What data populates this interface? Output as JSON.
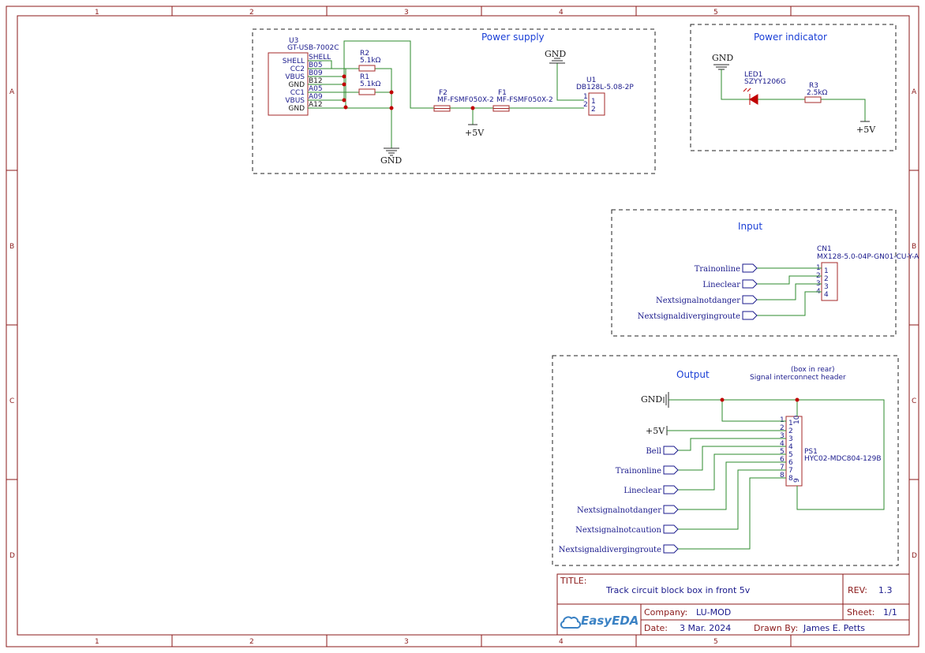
{
  "frame": {
    "columns": [
      "1",
      "2",
      "3",
      "4",
      "5"
    ],
    "rows": [
      "A",
      "B",
      "C",
      "D"
    ]
  },
  "blocks": {
    "power_supply": "Power supply",
    "power_indicator": "Power indicator",
    "input": "Input",
    "output": "Output"
  },
  "power_supply": {
    "u3_ref": "U3",
    "u3_part": "GT-USB-7002C",
    "u3_left_pins": [
      "SHELL",
      "CC2",
      "VBUS",
      "GND",
      "CC1",
      "VBUS",
      "GND"
    ],
    "u3_right_pins": [
      "SHELL",
      "B05",
      "B09",
      "B12",
      "A05",
      "A09",
      "A12"
    ],
    "r2_ref": "R2",
    "r2_val": "5.1kΩ",
    "r1_ref": "R1",
    "r1_val": "5.1kΩ",
    "f2_ref": "F2",
    "f2_part": "MF-FSMF050X-2",
    "f1_ref": "F1",
    "f1_part": "MF-FSMF050X-2",
    "u1_ref": "U1",
    "u1_part": "DB128L-5.08-2P",
    "u1_pins": [
      "1",
      "2"
    ],
    "gnd1": "GND",
    "gnd2": "GND",
    "v5": "+5V"
  },
  "power_indicator": {
    "gnd": "GND",
    "led_ref": "LED1",
    "led_part": "SZYY1206G",
    "r3_ref": "R3",
    "r3_val": "2.5kΩ",
    "v5": "+5V"
  },
  "input": {
    "cn1_ref": "CN1",
    "cn1_part": "MX128-5.0-04P-GN01-CU-Y-A",
    "pins": [
      "1",
      "2",
      "3",
      "4"
    ],
    "nets": [
      "Trainonline",
      "Lineclear",
      "Nextsignalnotdanger",
      "Nextsignaldivergingroute"
    ]
  },
  "output": {
    "note1": "(box in rear)",
    "note2": "Signal interconnect header",
    "gnd": "GND",
    "v5": "+5V",
    "ps1_ref": "PS1",
    "ps1_part": "HYC02-MDC804-129B",
    "pins": [
      "1",
      "2",
      "3",
      "4",
      "5",
      "6",
      "7",
      "8",
      "9",
      "10"
    ],
    "nets": [
      "Bell",
      "Trainonline",
      "Lineclear",
      "Nextsignalnotdanger",
      "Nextsignalnotcaution",
      "Nextsignaldivergingroute"
    ]
  },
  "title_block": {
    "title_label": "TITLE:",
    "title": "Track circuit block box in front 5v",
    "rev_label": "REV:",
    "rev": "1.3",
    "company_label": "Company:",
    "company": "LU-MOD",
    "sheet_label": "Sheet:",
    "sheet": "1/1",
    "date_label": "Date:",
    "date": "3 Mar. 2024",
    "drawn_label": "Drawn By:",
    "drawn": "James E. Petts",
    "logo": "EasyEDA"
  }
}
